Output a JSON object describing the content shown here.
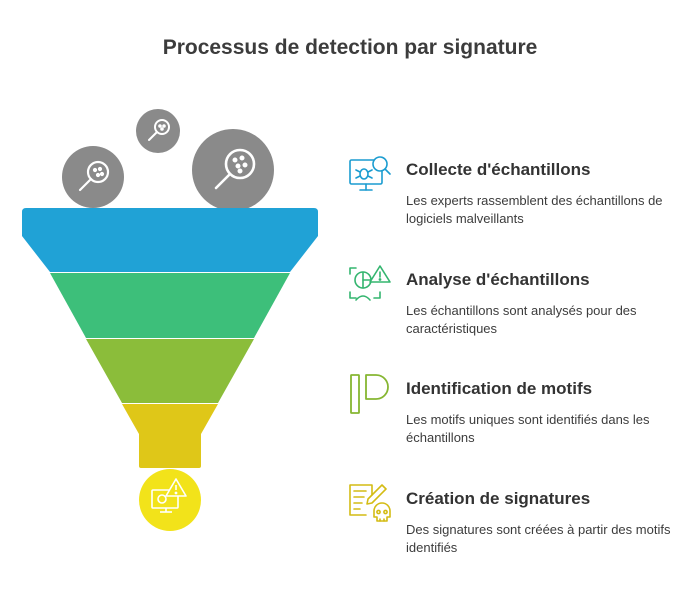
{
  "title": "Processus de detection par signature",
  "colors": {
    "stage1": "#20a2d6",
    "stage2": "#3dbf7a",
    "stage3": "#8bbd3a",
    "stage4": "#dfc718",
    "bubble": "#8a8a8a",
    "output": "#f2e31a"
  },
  "steps": [
    {
      "title": "Collecte d'échantillons",
      "description": "Les experts rassemblent des échantillons de logiciels malveillants",
      "icon": "monitor-bug-search-icon",
      "color": "#1a9cd0"
    },
    {
      "title": "Analyse d'échantillons",
      "description": "Les échantillons sont analysés pour des caractéristiques",
      "icon": "analysis-warning-icon",
      "color": "#34b56f"
    },
    {
      "title": "Identification de motifs",
      "description": "Les motifs uniques sont identifiés dans les échantillons",
      "icon": "pattern-blocks-icon",
      "color": "#86b632"
    },
    {
      "title": "Création de signatures",
      "description": "Des signatures sont créées à partir des motifs identifiés",
      "icon": "document-skull-icon",
      "color": "#d4bc14"
    }
  ]
}
